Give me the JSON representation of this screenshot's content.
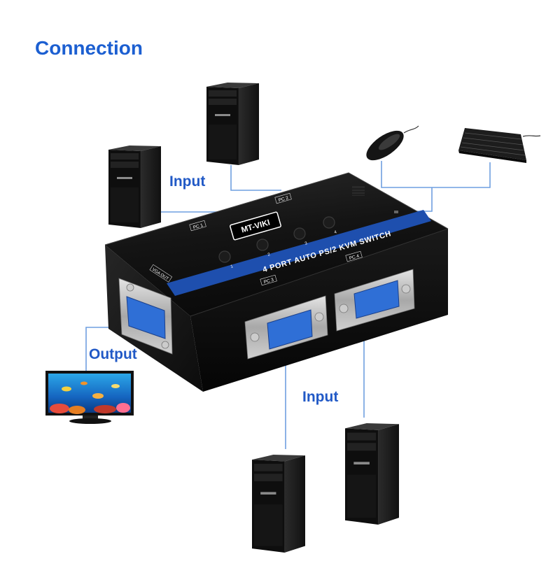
{
  "title": "Connection",
  "labels": {
    "input_top": "Input",
    "output": "Output",
    "input_bottom": "Input"
  },
  "device": {
    "brand": "MT-VIKI",
    "model": "4 PORT AUTO PS/2 KVM SWITCH",
    "ports": {
      "pc1": "PC 1",
      "pc2": "PC 2",
      "pc3": "PC 3",
      "pc4": "PC 4",
      "vga_out": "VGA OUT"
    },
    "buttons": [
      "1",
      "2",
      "3",
      "4"
    ]
  },
  "icons": {
    "computer": "tower-pc-icon",
    "mouse": "mouse-icon",
    "keyboard": "keyboard-icon",
    "monitor": "monitor-icon",
    "switch": "kvm-switch-icon"
  },
  "colors": {
    "title": "#1c5fd1",
    "label": "#2159c6",
    "connector_line": "#6f9fe0",
    "device_stripe": "#1e4fae",
    "vga_port": "#2f6fd6"
  }
}
